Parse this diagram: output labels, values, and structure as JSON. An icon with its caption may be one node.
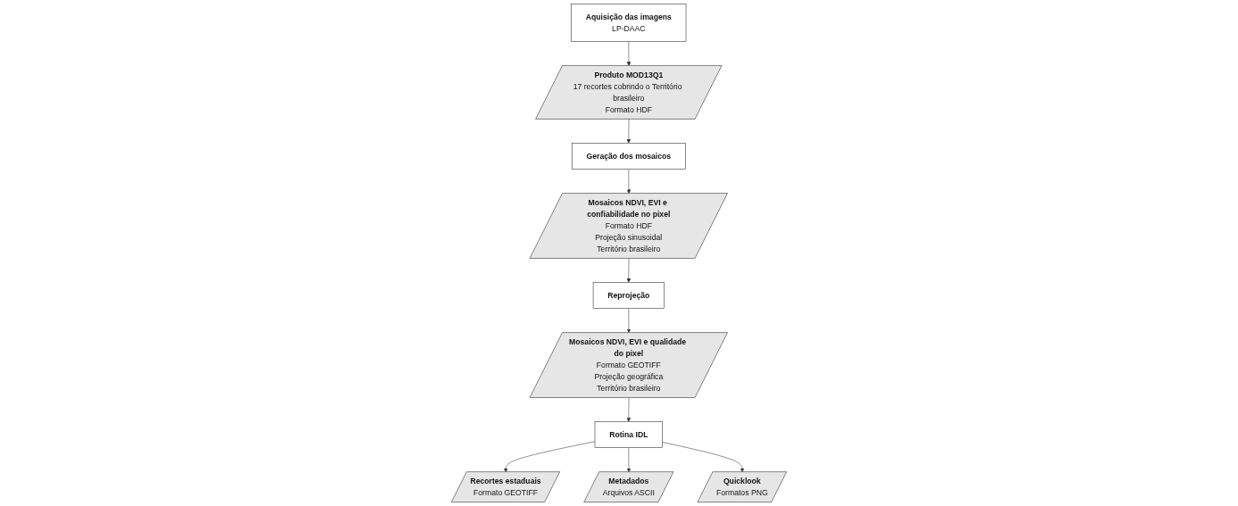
{
  "diagram": {
    "nodes": [
      {
        "text": [
          "Aquisição das imagens",
          "LP-DAAC"
        ]
      },
      {
        "text": [
          "Produto MOD13Q1",
          "17 recortes cobrindo o Território brasileiro",
          "Formato HDF"
        ]
      },
      {
        "text": [
          "Geração dos mosaicos"
        ]
      },
      {
        "text": [
          "Mosaicos NDVI, EVI e confiabilidade no pixel",
          "Formato HDF",
          "Projeção sinusoidal",
          "Território brasileiro"
        ]
      },
      {
        "text": [
          "Reprojeção"
        ]
      },
      {
        "text": [
          "Mosaicos NDVI, EVI e qualidade do pixel",
          "Formato GEOTIFF",
          "Projeção geográfica",
          "Território brasileiro"
        ]
      },
      {
        "text": [
          "Rotina IDL"
        ]
      },
      {
        "text": [
          "Recortes estaduais",
          "Formato GEOTIFF"
        ]
      },
      {
        "text": [
          "Metadados",
          "Arquivos ASCII"
        ]
      },
      {
        "text": [
          "Quicklook",
          "Formatos PNG"
        ]
      }
    ],
    "edges": [
      {
        "from": 0,
        "to": 1,
        "arrow": "to"
      },
      {
        "from": 1,
        "to": 2,
        "arrow": "to"
      },
      {
        "from": 2,
        "to": 3,
        "arrow": "to"
      },
      {
        "from": 3,
        "to": 4,
        "arrow": "to"
      },
      {
        "from": 4,
        "to": 5,
        "arrow": "to"
      },
      {
        "from": 5,
        "to": 6,
        "arrow": "to"
      },
      {
        "from": 6,
        "to": 7,
        "arrow": "to"
      },
      {
        "from": 6,
        "to": 8,
        "arrow": "to"
      },
      {
        "from": 6,
        "to": 9,
        "arrow": "to"
      }
    ]
  }
}
